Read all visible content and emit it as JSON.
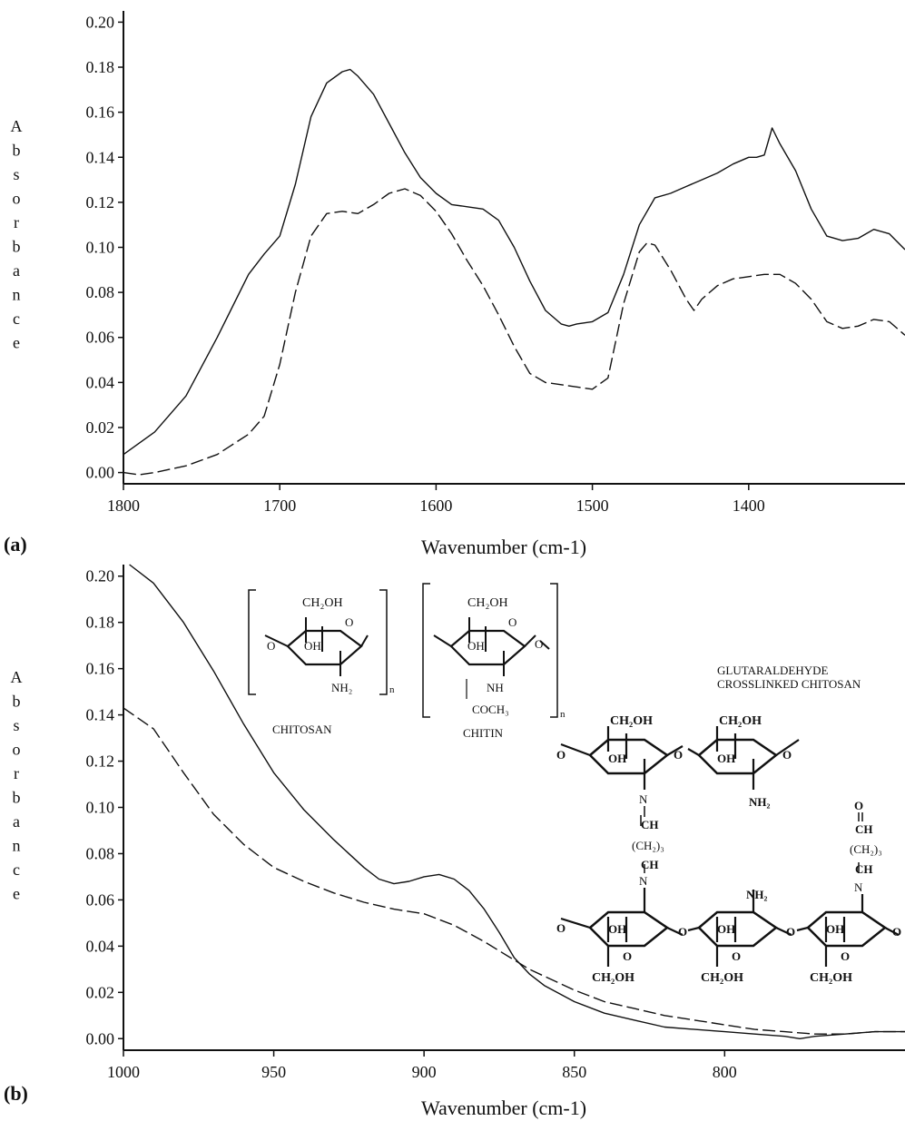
{
  "chart_data": [
    {
      "type": "line",
      "panel_label": "(a)",
      "xlabel": "Wavenumber (cm-1)",
      "ylabel": "Absorbance",
      "xlim": [
        1800,
        1300
      ],
      "ylim": [
        -0.005,
        0.205
      ],
      "x_ticks": [
        "1800",
        "1700",
        "1600",
        "1500",
        "1400"
      ],
      "y_ticks": [
        "0.00",
        "0.02",
        "0.04",
        "0.06",
        "0.08",
        "0.10",
        "0.12",
        "0.14",
        "0.16",
        "0.18",
        "0.20"
      ],
      "series": [
        {
          "style": "solid",
          "x": [
            1800,
            1790,
            1780,
            1760,
            1740,
            1720,
            1710,
            1700,
            1690,
            1680,
            1670,
            1660,
            1655,
            1650,
            1640,
            1630,
            1620,
            1610,
            1600,
            1590,
            1580,
            1570,
            1560,
            1550,
            1540,
            1530,
            1520,
            1515,
            1510,
            1500,
            1490,
            1480,
            1470,
            1460,
            1450,
            1440,
            1430,
            1420,
            1410,
            1400,
            1395,
            1390,
            1385,
            1380,
            1370,
            1360,
            1350,
            1340,
            1330,
            1320,
            1310,
            1300
          ],
          "y": [
            0.008,
            0.013,
            0.018,
            0.034,
            0.06,
            0.088,
            0.097,
            0.105,
            0.128,
            0.158,
            0.173,
            0.178,
            0.179,
            0.176,
            0.168,
            0.155,
            0.142,
            0.131,
            0.124,
            0.119,
            0.118,
            0.117,
            0.112,
            0.1,
            0.085,
            0.072,
            0.066,
            0.065,
            0.066,
            0.067,
            0.071,
            0.088,
            0.11,
            0.122,
            0.124,
            0.127,
            0.13,
            0.133,
            0.137,
            0.14,
            0.14,
            0.141,
            0.153,
            0.146,
            0.134,
            0.117,
            0.105,
            0.103,
            0.104,
            0.108,
            0.106,
            0.099
          ]
        },
        {
          "style": "dashed",
          "x": [
            1800,
            1790,
            1780,
            1760,
            1740,
            1720,
            1710,
            1700,
            1690,
            1680,
            1670,
            1660,
            1650,
            1640,
            1630,
            1620,
            1610,
            1600,
            1590,
            1580,
            1570,
            1560,
            1550,
            1540,
            1530,
            1520,
            1510,
            1500,
            1490,
            1480,
            1470,
            1465,
            1460,
            1450,
            1440,
            1435,
            1430,
            1420,
            1410,
            1400,
            1390,
            1380,
            1370,
            1360,
            1350,
            1340,
            1330,
            1320,
            1310,
            1300
          ],
          "y": [
            0.0,
            -0.001,
            0.0,
            0.003,
            0.008,
            0.017,
            0.025,
            0.048,
            0.08,
            0.105,
            0.115,
            0.116,
            0.115,
            0.119,
            0.124,
            0.126,
            0.123,
            0.116,
            0.106,
            0.094,
            0.083,
            0.07,
            0.056,
            0.044,
            0.04,
            0.039,
            0.038,
            0.037,
            0.042,
            0.075,
            0.098,
            0.102,
            0.101,
            0.09,
            0.077,
            0.072,
            0.077,
            0.083,
            0.086,
            0.087,
            0.088,
            0.088,
            0.084,
            0.077,
            0.067,
            0.064,
            0.065,
            0.068,
            0.067,
            0.061
          ]
        }
      ]
    },
    {
      "type": "line",
      "panel_label": "(b)",
      "xlabel": "Wavenumber (cm-1)",
      "ylabel": "Absorbance",
      "xlim": [
        1000,
        740
      ],
      "ylim": [
        -0.005,
        0.205
      ],
      "x_ticks": [
        "1000",
        "950",
        "900",
        "850",
        "800"
      ],
      "y_ticks": [
        "0.00",
        "0.02",
        "0.04",
        "0.06",
        "0.08",
        "0.10",
        "0.12",
        "0.14",
        "0.16",
        "0.18",
        "0.20"
      ],
      "series": [
        {
          "style": "solid",
          "x": [
            998,
            990,
            980,
            970,
            960,
            950,
            940,
            930,
            920,
            915,
            910,
            905,
            900,
            895,
            890,
            885,
            880,
            875,
            870,
            865,
            860,
            850,
            840,
            830,
            820,
            810,
            800,
            790,
            780,
            775,
            770,
            760,
            750,
            740
          ],
          "y": [
            0.205,
            0.197,
            0.18,
            0.159,
            0.136,
            0.115,
            0.099,
            0.086,
            0.074,
            0.069,
            0.067,
            0.068,
            0.07,
            0.071,
            0.069,
            0.064,
            0.056,
            0.046,
            0.035,
            0.028,
            0.023,
            0.016,
            0.011,
            0.008,
            0.005,
            0.004,
            0.003,
            0.002,
            0.001,
            0.0,
            0.001,
            0.002,
            0.003,
            0.003
          ]
        },
        {
          "style": "dashed",
          "x": [
            1000,
            990,
            980,
            970,
            960,
            950,
            940,
            930,
            920,
            910,
            900,
            890,
            880,
            875,
            870,
            865,
            860,
            850,
            840,
            830,
            820,
            810,
            800,
            790,
            780,
            770,
            760,
            750,
            740
          ],
          "y": [
            0.143,
            0.134,
            0.115,
            0.097,
            0.084,
            0.074,
            0.068,
            0.063,
            0.059,
            0.056,
            0.054,
            0.049,
            0.042,
            0.038,
            0.034,
            0.03,
            0.027,
            0.021,
            0.016,
            0.013,
            0.01,
            0.008,
            0.006,
            0.004,
            0.003,
            0.002,
            0.002,
            0.003,
            0.003
          ]
        }
      ]
    }
  ],
  "structures": {
    "chitosan_caption": "CHITOSAN",
    "chitin_caption": "CHITIN",
    "crosslinked_caption_line1": "GLUTARALDEHYDE",
    "crosslinked_caption_line2": "CROSSLINKED CHITOSAN",
    "ch2oh": "CH₂OH",
    "oh": "OH",
    "o": "O",
    "nh2": "NH₂",
    "nh": "NH",
    "coch3": "COCH₃",
    "n_sub": "n",
    "n_atom": "N",
    "ch": "CH",
    "ch2_3": "(CH₂)₃",
    "carbonyl_o": "O"
  }
}
